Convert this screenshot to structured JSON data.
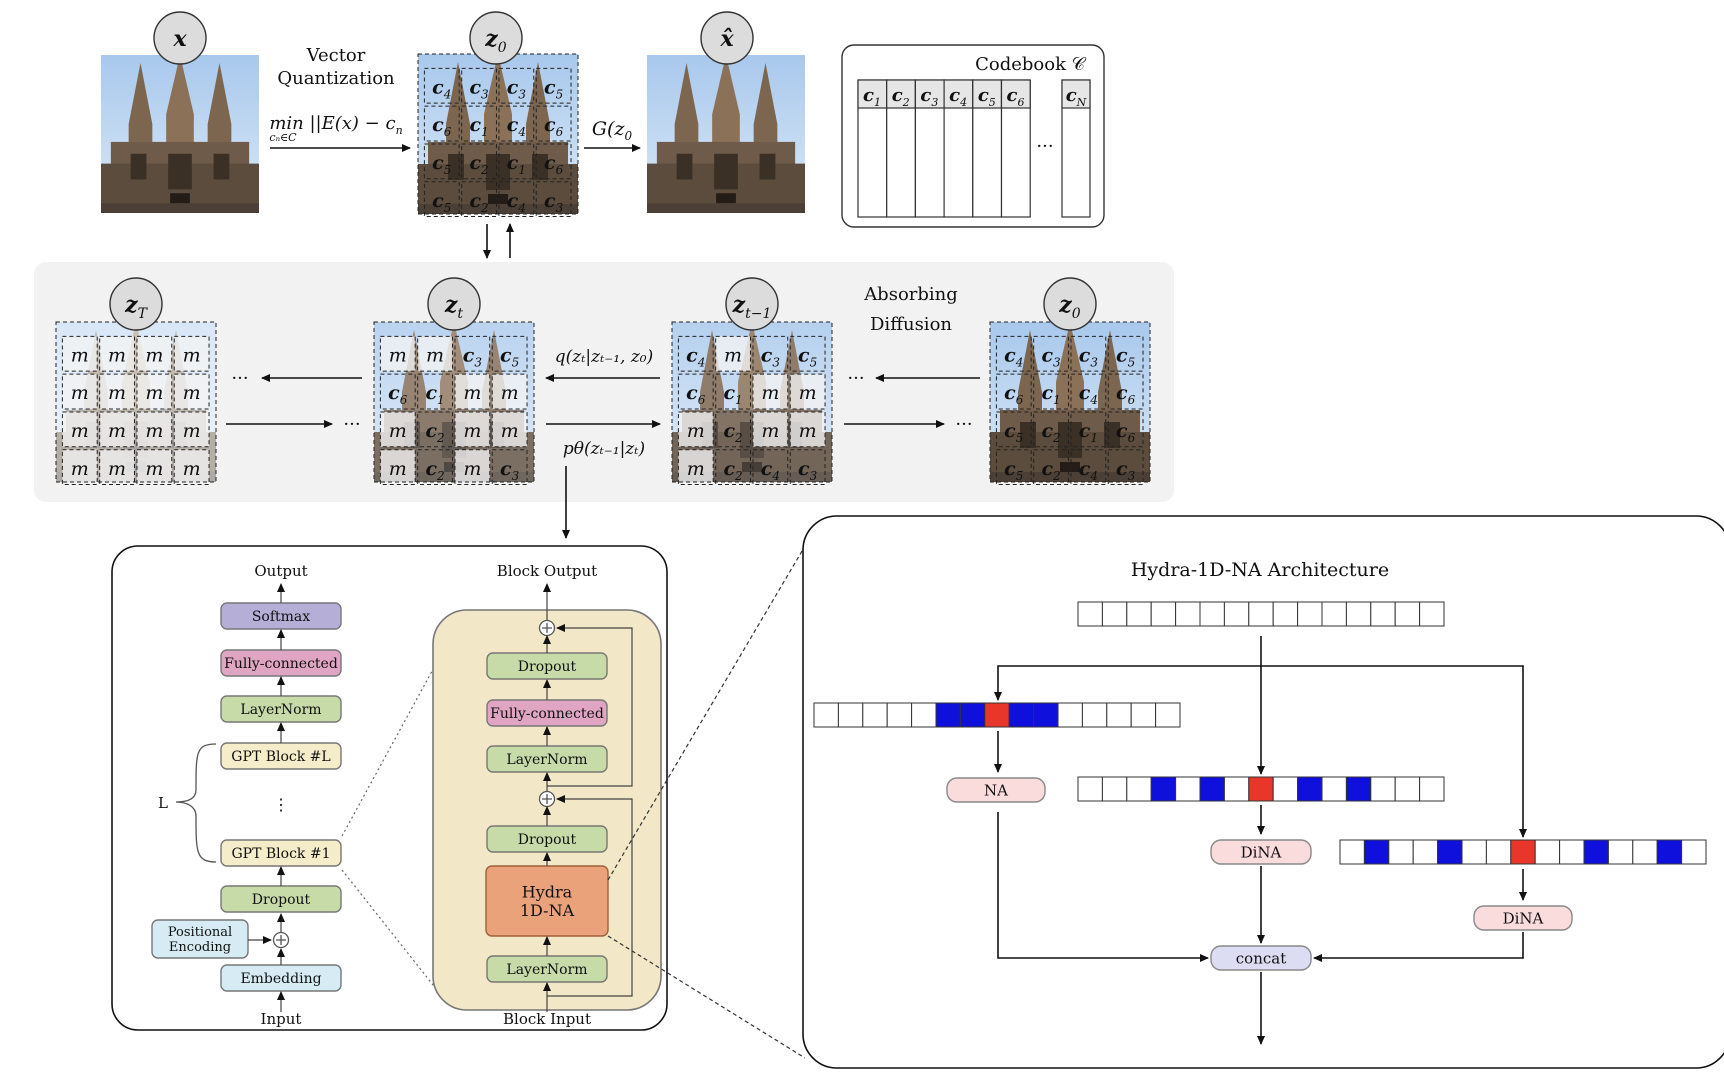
{
  "top": {
    "x_label": "x",
    "xhat_label": "x̂",
    "z0_label": "z",
    "z0_sub": "0",
    "vq_line1": "Vector",
    "vq_line2": "Quantization",
    "vq_formula": "min ||E(x) − c",
    "vq_formula_sub": "n",
    "vq_formula_end": "||",
    "vq_under": "cₙ∈C",
    "decoder": "G(z",
    "decoder_sub": "0",
    "decoder_end": ")",
    "z0_grid": [
      [
        "c4",
        "c3",
        "c3",
        "c5"
      ],
      [
        "c6",
        "c1",
        "c4",
        "c6"
      ],
      [
        "c5",
        "c2",
        "c1",
        "c6"
      ],
      [
        "c5",
        "c2",
        "c4",
        "c3"
      ]
    ]
  },
  "codebook": {
    "title": "Codebook 𝒞",
    "entries": [
      "c1",
      "c2",
      "c3",
      "c4",
      "c5",
      "c6"
    ],
    "ellipsis": "···",
    "last": "cN"
  },
  "diffusion": {
    "label_line1": "Absorbing",
    "label_line2": "Diffusion",
    "forward": "q(zₜ|zₜ₋₁, z₀)",
    "reverse": "pθ(zₜ₋₁|zₜ)",
    "ellipsis": "···",
    "grids": [
      {
        "name": "zT",
        "label": "z",
        "sub": "T",
        "cells": [
          [
            "m",
            "m",
            "m",
            "m"
          ],
          [
            "m",
            "m",
            "m",
            "m"
          ],
          [
            "m",
            "m",
            "m",
            "m"
          ],
          [
            "m",
            "m",
            "m",
            "m"
          ]
        ]
      },
      {
        "name": "zt",
        "label": "z",
        "sub": "t",
        "cells": [
          [
            "m",
            "m",
            "c3",
            "c5"
          ],
          [
            "c6",
            "c1",
            "m",
            "m"
          ],
          [
            "m",
            "c2",
            "m",
            "m"
          ],
          [
            "m",
            "c2",
            "m",
            "c3"
          ]
        ]
      },
      {
        "name": "zt-1",
        "label": "z",
        "sub": "t−1",
        "cells": [
          [
            "c4",
            "m",
            "c3",
            "c5"
          ],
          [
            "c6",
            "c1",
            "m",
            "m"
          ],
          [
            "m",
            "c2",
            "m",
            "m"
          ],
          [
            "m",
            "c2",
            "c4",
            "c3"
          ]
        ]
      },
      {
        "name": "z0",
        "label": "z",
        "sub": "0",
        "cells": [
          [
            "c4",
            "c3",
            "c3",
            "c5"
          ],
          [
            "c6",
            "c1",
            "c4",
            "c6"
          ],
          [
            "c5",
            "c2",
            "c1",
            "c6"
          ],
          [
            "c5",
            "c2",
            "c4",
            "c3"
          ]
        ]
      }
    ]
  },
  "gpt": {
    "output": "Output",
    "softmax": "Softmax",
    "fc": "Fully-connected",
    "layernorm": "LayerNorm",
    "block_l": "GPT Block #L",
    "vdots": "⋮",
    "L": "L",
    "block_1": "GPT Block #1",
    "dropout": "Dropout",
    "posenc_line1": "Positional",
    "posenc_line2": "Encoding",
    "embedding": "Embedding",
    "input": "Input"
  },
  "block": {
    "output": "Block Output",
    "dropout_top": "Dropout",
    "fc": "Fully-connected",
    "layernorm_mid": "LayerNorm",
    "dropout_mid": "Dropout",
    "hydra_line1": "Hydra",
    "hydra_line2": "1D-NA",
    "layernorm_bottom": "LayerNorm",
    "input": "Block Input"
  },
  "hydra": {
    "title": "Hydra-1D-NA Architecture",
    "na": "NA",
    "dina": "DiNA",
    "concat": "concat"
  },
  "colors": {
    "softmax": "#b5aed6",
    "fc": "#dfa5c3",
    "norm": "#c6dba8",
    "gpt_block": "#f5ecc9",
    "embed": "#d6ebf3",
    "hydra": "#eaa27b",
    "block_bg": "#f2e7c6",
    "selected": "#e8372a",
    "neighbor": "#1010dc"
  }
}
